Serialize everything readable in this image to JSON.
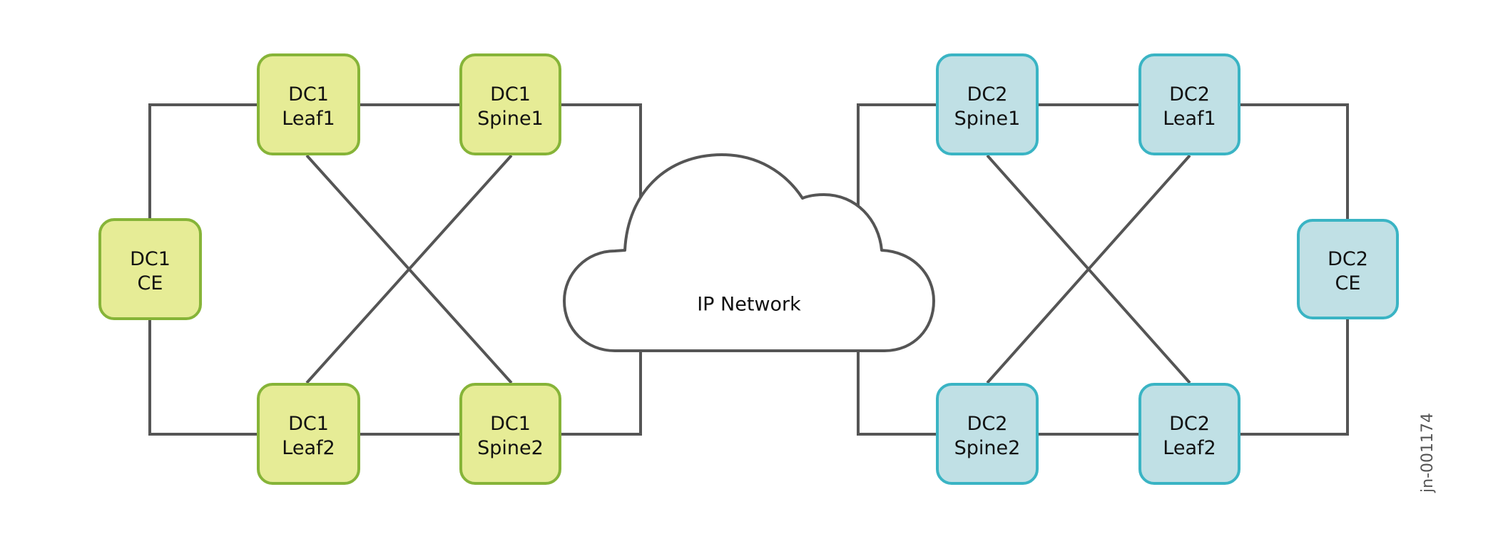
{
  "diagram": {
    "cloud": {
      "label": "IP Network"
    },
    "figure_id": "jn-001174",
    "colors": {
      "dc1_fill": "#e6ec96",
      "dc1_stroke": "#86b438",
      "dc2_fill": "#c0e0e5",
      "dc2_stroke": "#3ab4c4",
      "link": "#555555"
    },
    "nodes": [
      {
        "id": "dc1-ce",
        "site": "dc1",
        "line1": "DC1",
        "line2": "CE"
      },
      {
        "id": "dc1-leaf1",
        "site": "dc1",
        "line1": "DC1",
        "line2": "Leaf1"
      },
      {
        "id": "dc1-spine1",
        "site": "dc1",
        "line1": "DC1",
        "line2": "Spine1"
      },
      {
        "id": "dc1-leaf2",
        "site": "dc1",
        "line1": "DC1",
        "line2": "Leaf2"
      },
      {
        "id": "dc1-spine2",
        "site": "dc1",
        "line1": "DC1",
        "line2": "Spine2"
      },
      {
        "id": "dc2-spine1",
        "site": "dc2",
        "line1": "DC2",
        "line2": "Spine1"
      },
      {
        "id": "dc2-leaf1",
        "site": "dc2",
        "line1": "DC2",
        "line2": "Leaf1"
      },
      {
        "id": "dc2-spine2",
        "site": "dc2",
        "line1": "DC2",
        "line2": "Spine2"
      },
      {
        "id": "dc2-leaf2",
        "site": "dc2",
        "line1": "DC2",
        "line2": "Leaf2"
      },
      {
        "id": "dc2-ce",
        "site": "dc2",
        "line1": "DC2",
        "line2": "CE"
      }
    ],
    "links": [
      [
        "dc1-ce",
        "dc1-leaf1"
      ],
      [
        "dc1-ce",
        "dc1-leaf2"
      ],
      [
        "dc1-leaf1",
        "dc1-spine1"
      ],
      [
        "dc1-leaf2",
        "dc1-spine2"
      ],
      [
        "dc1-leaf1",
        "dc1-spine2"
      ],
      [
        "dc1-leaf2",
        "dc1-spine1"
      ],
      [
        "dc1-spine1",
        "ip-network"
      ],
      [
        "dc1-spine2",
        "ip-network"
      ],
      [
        "ip-network",
        "dc2-spine1"
      ],
      [
        "ip-network",
        "dc2-spine2"
      ],
      [
        "dc2-spine1",
        "dc2-leaf1"
      ],
      [
        "dc2-spine2",
        "dc2-leaf2"
      ],
      [
        "dc2-spine1",
        "dc2-leaf2"
      ],
      [
        "dc2-spine2",
        "dc2-leaf1"
      ],
      [
        "dc2-leaf1",
        "dc2-ce"
      ],
      [
        "dc2-leaf2",
        "dc2-ce"
      ]
    ]
  }
}
